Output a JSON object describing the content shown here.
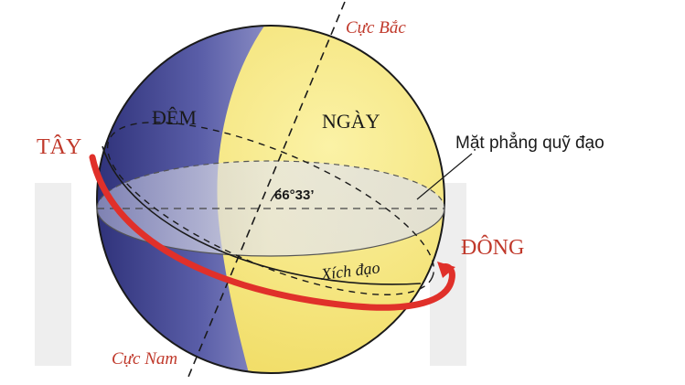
{
  "labels": {
    "north_pole": "Cực Bắc",
    "south_pole": "Cực Nam",
    "night": "ĐÊM",
    "day": "NGÀY",
    "west": "TÂY",
    "east": "ĐÔNG",
    "orbital_plane": "Mặt phẳng quỹ đạo",
    "equator": "Xích đạo",
    "tilt_angle": "66°33’"
  },
  "colors": {
    "night": "#4a4e96",
    "day": "#f5e67a",
    "plane": "#d9d9d9",
    "pole_text": "#c0392b",
    "direction_text": "#c0392b",
    "arrow": "#e0302a",
    "outline": "#1a1a1a"
  }
}
